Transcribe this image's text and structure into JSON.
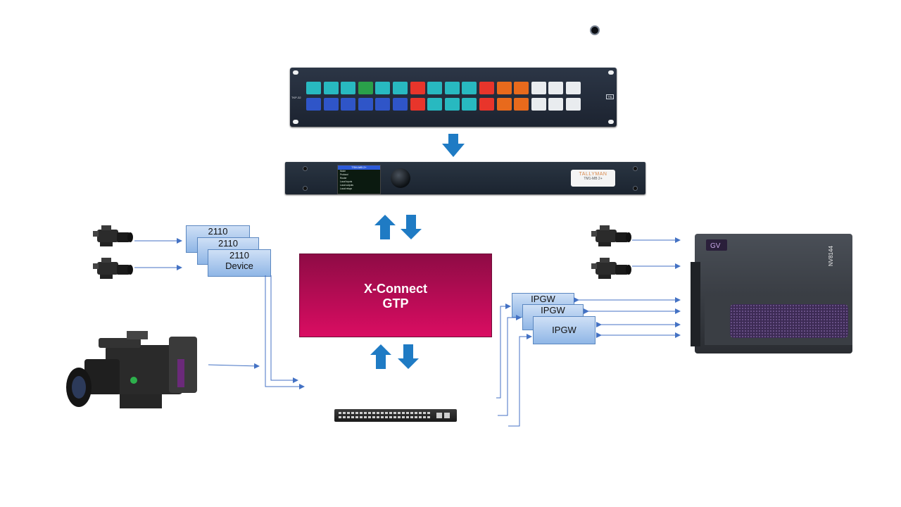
{
  "panel": {
    "label": "TKP-32",
    "logo": "TSL",
    "rows": [
      [
        "#28b9c0",
        "#28b9c0",
        "#28b9c0",
        "#2aa04a",
        "#28b9c0",
        "#28b9c0",
        "#e8352b",
        "#28b9c0",
        "#28b9c0",
        "#28b9c0",
        "#e8352b",
        "#e86a1c",
        "#e86a1c",
        "#e9ecef",
        "#e9ecef",
        "#e9ecef"
      ],
      [
        "#2f55c8",
        "#2f55c8",
        "#2f55c8",
        "#2f55c8",
        "#2f55c8",
        "#2f55c8",
        "#e8352b",
        "#28b9c0",
        "#28b9c0",
        "#28b9c0",
        "#e8352b",
        "#e86a1c",
        "#e86a1c",
        "#e9ecef",
        "#e9ecef",
        "#e9ecef"
      ]
    ]
  },
  "tallyman": {
    "screen_lines": [
      "TSM-MB 2+",
      "Mode",
      "Protocol",
      "Router",
      "Local Inputs",
      "Local outputs",
      "Local relays"
    ],
    "brand": "TALLYMAN",
    "model": "TM1-MB 2+"
  },
  "devices_left": [
    {
      "line1": "2110",
      "line2": ""
    },
    {
      "line1": "2110",
      "line2": ""
    },
    {
      "line1": "2110",
      "line2": "Device"
    }
  ],
  "xconnect": {
    "line1": "X-Connect",
    "line2": "GTP"
  },
  "ipgw": [
    {
      "label": "IPGW"
    },
    {
      "label": "IPGW"
    },
    {
      "label": "IPGW"
    }
  ],
  "router": {
    "model": "NV8144",
    "brand": "GV"
  },
  "colors": {
    "arrow_blue": "#1f7bc4",
    "line_blue": "#4472c4",
    "xconnect_top": "#8e0b45",
    "xconnect_bottom": "#da0d62"
  }
}
